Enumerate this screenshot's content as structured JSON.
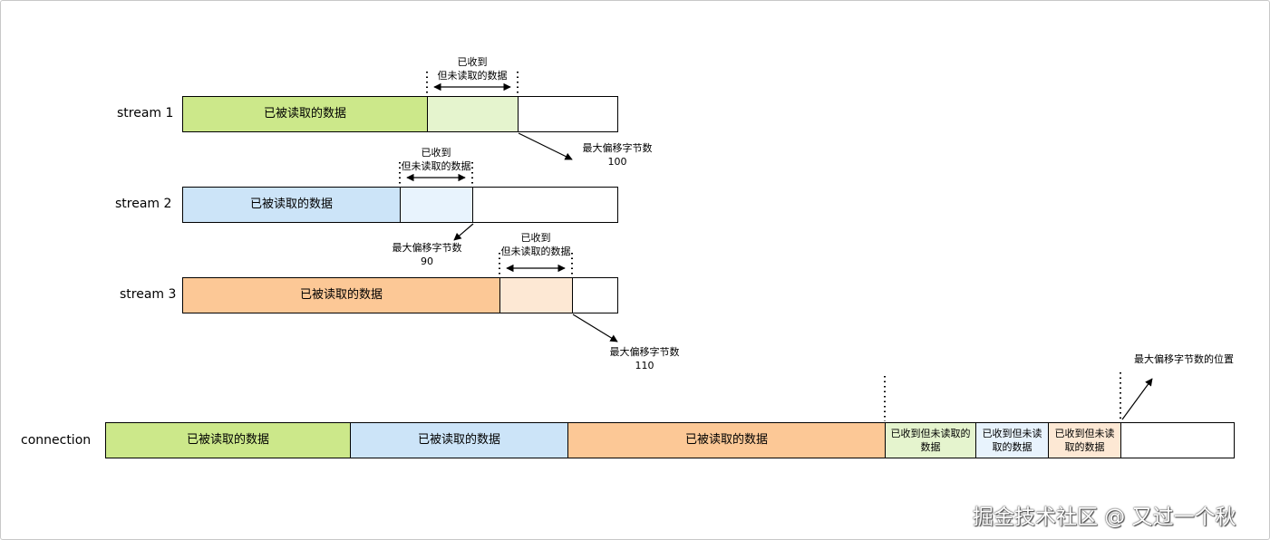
{
  "streams": [
    {
      "label": "stream 1",
      "read_text": "已被读取的数据",
      "pending_text": [
        "已收到",
        "但未读取的数据"
      ],
      "max_offset_text": [
        "最大偏移字节数",
        "100"
      ],
      "read_color": "#cce88a",
      "pending_color": "#e5f4ce"
    },
    {
      "label": "stream 2",
      "read_text": "已被读取的数据",
      "pending_text": [
        "已收到",
        "但未读取的数据"
      ],
      "max_offset_text": [
        "最大偏移字节数",
        "90"
      ],
      "read_color": "#cce4f8",
      "pending_color": "#e8f3fd"
    },
    {
      "label": "stream 3",
      "read_text": "已被读取的数据",
      "pending_text": [
        "已收到",
        "但未读取的数据"
      ],
      "max_offset_text": [
        "最大偏移字节数",
        "110"
      ],
      "read_color": "#fcc896",
      "pending_color": "#fde8d4"
    }
  ],
  "connection": {
    "label": "connection",
    "read_segments": [
      {
        "text": "已被读取的数据",
        "color": "#cce88a"
      },
      {
        "text": "已被读取的数据",
        "color": "#cce4f8"
      },
      {
        "text": "已被读取的数据",
        "color": "#fcc896"
      }
    ],
    "pending_segments": [
      {
        "lines": [
          "已收到但未读取的",
          "数据"
        ],
        "color": "#e5f4ce"
      },
      {
        "lines": [
          "已收到但未读",
          "取的数据"
        ],
        "color": "#e8f3fd"
      },
      {
        "lines": [
          "已收到但未读",
          "取的数据"
        ],
        "color": "#fde8d4"
      }
    ],
    "max_offset_text": "最大偏移字节数的位置"
  },
  "watermark": "掘金技术社区 @ 又过一个秋"
}
